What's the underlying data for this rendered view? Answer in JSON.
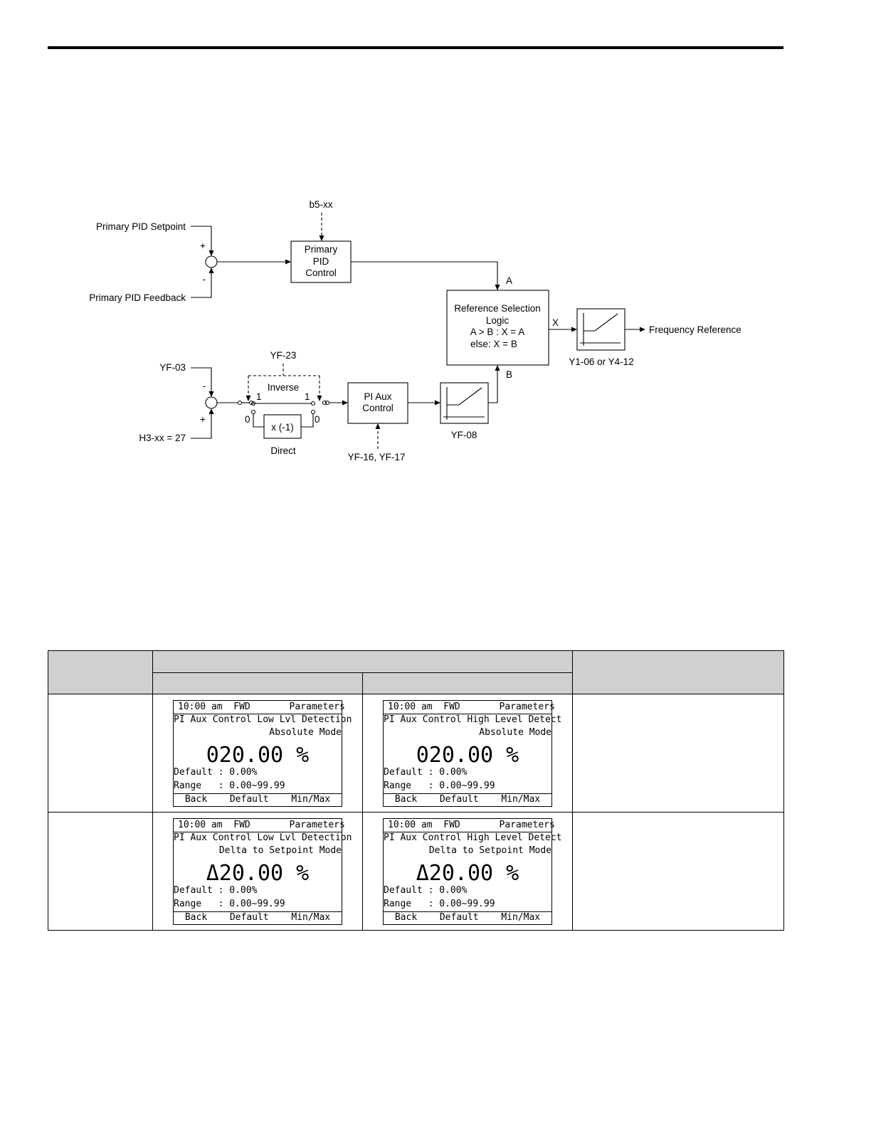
{
  "diagram": {
    "b5_label": "b5-xx",
    "setpoint_label": "Primary PID Setpoint",
    "feedback_label": "Primary PID Feedback",
    "primary_plus": "+",
    "primary_minus": "-",
    "primary_pid_block": [
      "Primary",
      "PID",
      "Control"
    ],
    "a_label": "A",
    "b_label": "B",
    "x_label": "X",
    "ref_sel_block": [
      "Reference Selection",
      "Logic",
      "A > B : X = A",
      "else: X = B"
    ],
    "freq_ref_label": "Frequency Reference",
    "limit_label": "Y1-06 or Y4-12",
    "yf03_label": "YF-03",
    "h3_label": "H3-xx = 27",
    "aux_minus": "-",
    "aux_plus": "+",
    "yf23_label": "YF-23",
    "inverse_label": "Inverse",
    "direct_label": "Direct",
    "sw1_one": "1",
    "sw1_zero": "0",
    "sw2_one": "1",
    "sw2_zero": "0",
    "multiplier_label": "x (-1)",
    "pi_aux_block": [
      "PI Aux",
      "Control"
    ],
    "yf16_label": "YF-16, YF-17",
    "yf08_label": "YF-08"
  },
  "table": {
    "rows": [
      {
        "screens": [
          {
            "status": "10:00 am  FWD       Parameters",
            "title": "PI Aux Control Low Lvl Detection",
            "mode": "Absolute Mode",
            "value": "020.00 %",
            "default": "Default : 0.00%",
            "range": "Range   : 0.00~99.99",
            "soft": [
              "Back",
              "Default",
              "Min/Max"
            ]
          },
          {
            "status": "10:00 am  FWD       Parameters",
            "title": "PI Aux Control High Level Detect",
            "mode": "Absolute Mode",
            "value": "020.00 %",
            "default": "Default : 0.00%",
            "range": "Range   : 0.00~99.99",
            "soft": [
              "Back",
              "Default",
              "Min/Max"
            ]
          }
        ]
      },
      {
        "screens": [
          {
            "status": "10:00 am  FWD       Parameters",
            "title": "PI Aux Control Low Lvl Detection",
            "mode": "Delta to Setpoint Mode",
            "value": "Δ20.00 %",
            "default": "Default : 0.00%",
            "range": "Range   : 0.00~99.99",
            "soft": [
              "Back",
              "Default",
              "Min/Max"
            ]
          },
          {
            "status": "10:00 am  FWD       Parameters",
            "title": "PI Aux Control High Level Detect",
            "mode": "Delta to Setpoint Mode",
            "value": "Δ20.00 %",
            "default": "Default : 0.00%",
            "range": "Range   : 0.00~99.99",
            "soft": [
              "Back",
              "Default",
              "Min/Max"
            ]
          }
        ]
      }
    ]
  }
}
